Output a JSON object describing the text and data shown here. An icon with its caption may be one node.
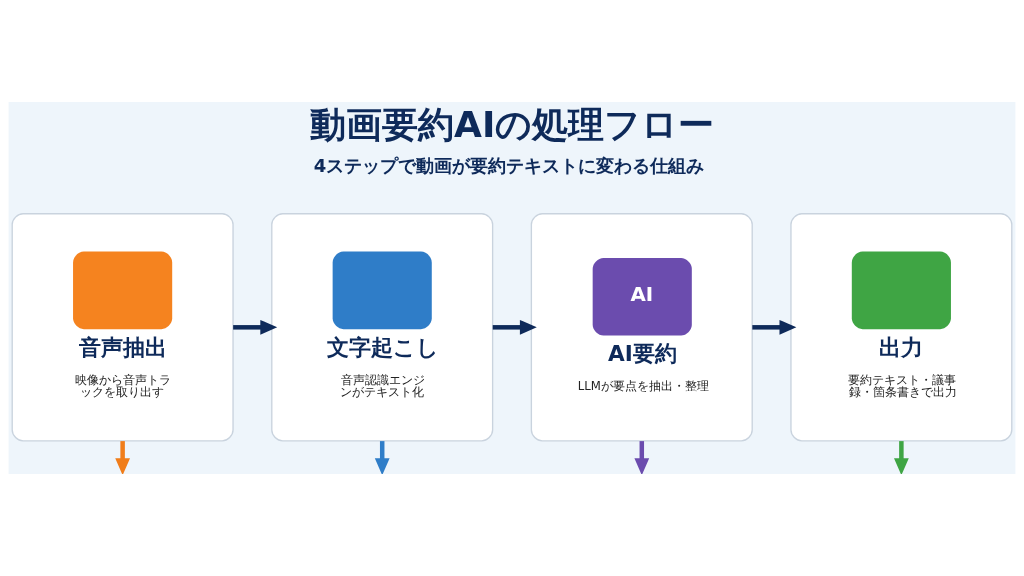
{
  "diagram": {
    "title": "動画要約AIの処理フロー",
    "nodes": [
      {
        "text": [
          "音声抽出",
          "映像から音声トラックを取り出す"
        ]
      },
      {
        "text": [
          "文字起こし",
          "音声認識エンジンがテキスト化"
        ]
      },
      {
        "text": [
          "AI",
          "AI要約",
          "LLMが要点を抽出・整理"
        ]
      },
      {
        "text": [
          "出力",
          "要約テキスト・議事録・箇条書きで出力"
        ]
      }
    ],
    "edges": [
      {
        "from": 0,
        "to": 1,
        "arrow": "to"
      },
      {
        "from": 1,
        "to": 2,
        "arrow": "to"
      },
      {
        "from": 2,
        "to": 3,
        "arrow": "to"
      },
      {
        "from": 0,
        "to": null,
        "arrow": "to",
        "color": "#f07d1a"
      },
      {
        "from": 1,
        "to": null,
        "arrow": "to",
        "color": "#2f7dc8"
      },
      {
        "from": 2,
        "to": null,
        "arrow": "to",
        "color": "#6b4cae"
      },
      {
        "from": 3,
        "to": null,
        "arrow": "to",
        "color": "#3fa544"
      }
    ],
    "labels": [
      "4ステップで動画が要約テキストに変わる仕組み"
    ]
  }
}
